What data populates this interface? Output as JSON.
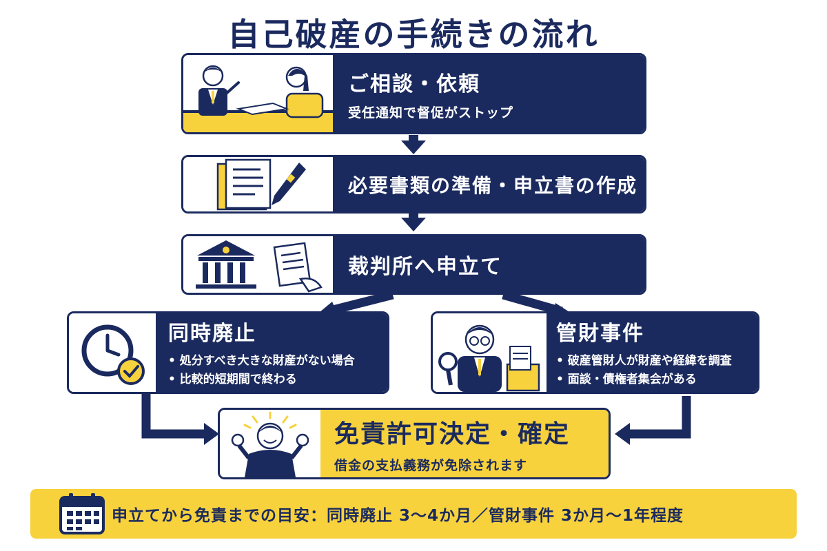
{
  "title": "自己破産の手続きの流れ",
  "steps": {
    "consult": {
      "title": "ご相談・依頼",
      "sub": "受任通知で督促がストップ"
    },
    "prepare": {
      "title": "必要書類の準備・申立書の作成"
    },
    "file": {
      "title": "裁判所へ申立て"
    },
    "simultaneous": {
      "title": "同時廃止",
      "bullets": [
        "処分すべき大きな財産がない場合",
        "比較的短期間で終わる"
      ]
    },
    "trustee": {
      "title": "管財事件",
      "bullets": [
        "破産管財人が財産や経緯を調査",
        "面談・債権者集会がある"
      ]
    },
    "discharge": {
      "title": "免責許可決定・確定",
      "sub": "借金の支払義務が免除されます"
    }
  },
  "footer": {
    "text": "申立てから免責までの目安：同時廃止 3〜4か月／管財事件 3か月〜1年程度"
  },
  "icons": [
    "consultation-icon",
    "documents-pen-icon",
    "courthouse-icon",
    "clock-check-icon",
    "trustee-investigator-icon",
    "celebrating-person-icon",
    "calendar-icon"
  ],
  "colors": {
    "navy": "#1b2a5e",
    "yellow": "#f7d23c"
  }
}
